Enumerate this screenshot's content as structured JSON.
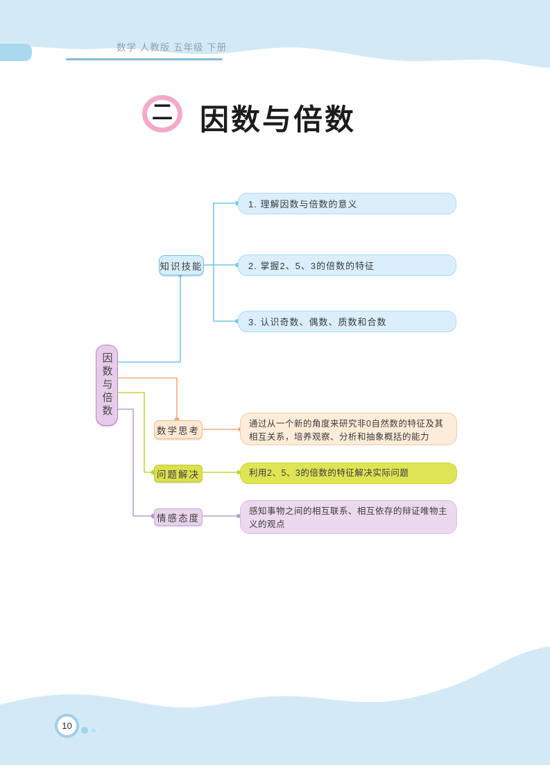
{
  "header": {
    "text": "数学 人教版 五年级 下册"
  },
  "title": {
    "unit_number": "二",
    "text": "因数与倍数"
  },
  "mindmap": {
    "root": {
      "label": "因数与倍数"
    },
    "branches": [
      {
        "id": "knowledge",
        "label": "知识技能",
        "color": "#6fc0e6",
        "items": [
          {
            "label": "1. 理解因数与倍数的意义"
          },
          {
            "label": "2. 掌握2、5、3的倍数的特征"
          },
          {
            "label": "3. 认识奇数、偶数、质数和合数"
          }
        ]
      },
      {
        "id": "thinking",
        "label": "数学思考",
        "color": "#f0ab7e",
        "content": "通过从一个新的角度来研究非0自然数的特征及其相互关系，培养观察、分析和抽象概括的能力"
      },
      {
        "id": "problem",
        "label": "问题解决",
        "color": "#c6d343",
        "content": "利用2、5、3的倍数的特征解决实际问题"
      },
      {
        "id": "emotion",
        "label": "情感态度",
        "color": "#b5a1ce",
        "content": "感知事物之间的相互联系、相互依存的辩证唯物主义的观点"
      }
    ]
  },
  "footer": {
    "page_number": "10"
  },
  "colors": {
    "band_blue": "#d3eaf6",
    "tab_blue": "#a9d8ef",
    "header_underline": "#84bcd6",
    "title_badge_pink": "#f3aac9",
    "root_fill": "#e6cbea",
    "root_border": "#b87fc5",
    "knowledge_line": "#74c6e8",
    "thinking_line": "#f0ab7e",
    "problem_line": "#c6d343",
    "emotion_line": "#b5a1ce"
  }
}
